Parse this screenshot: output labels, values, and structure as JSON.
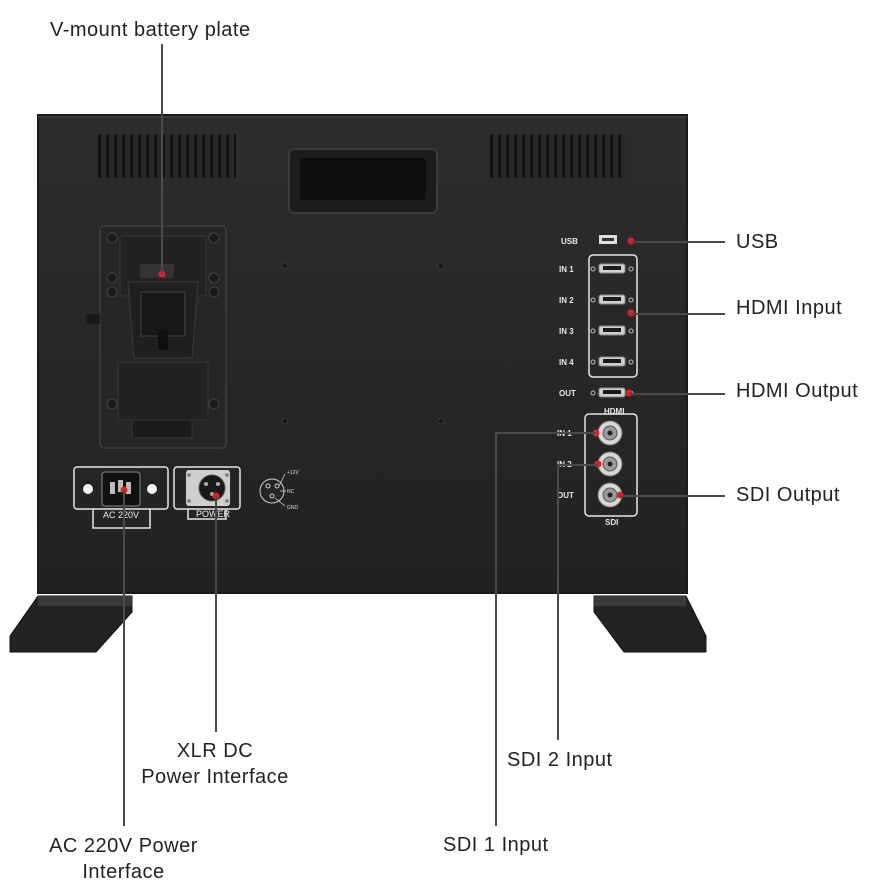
{
  "callouts": {
    "vmount": "V-mount battery plate",
    "usb": "USB",
    "hdmi_input": "HDMI Input",
    "hdmi_output": "HDMI Output",
    "sdi_output": "SDI Output",
    "xlr_line1": "XLR DC",
    "xlr_line2": "Power Interface",
    "sdi2_input": "SDI 2 Input",
    "ac_line1": "AC 220V Power",
    "ac_line2": "Interface",
    "sdi1_input": "SDI 1 Input"
  },
  "panel": {
    "usb": "USB",
    "in1": "IN 1",
    "in2": "IN 2",
    "in3": "IN 3",
    "in4": "IN 4",
    "out": "OUT",
    "hdmi": "HDMI",
    "sdi_in1": "IN 1",
    "sdi_in2": "IN 2",
    "sdi_out": "OUT",
    "sdi": "SDI",
    "ac": "AC  220V",
    "power": "POWER",
    "pin_12v": "+12V",
    "pin_nc": "NC",
    "pin_gnd": "GND"
  },
  "colors": {
    "chassis": "#2a2a2a",
    "marker": "#e0202a",
    "line": "#4a4a4a"
  }
}
